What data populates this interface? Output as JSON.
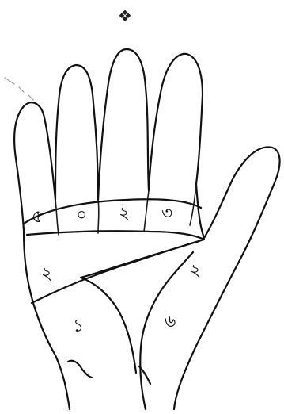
{
  "ornament": "❖",
  "regions": {
    "finger_little": "৫",
    "finger_ring": "০",
    "finger_middle": "২",
    "finger_index": "৩",
    "palm_left_upper": "২",
    "palm_right_upper": "২",
    "palm_lower_left": "১",
    "palm_lower_right": "৬"
  }
}
